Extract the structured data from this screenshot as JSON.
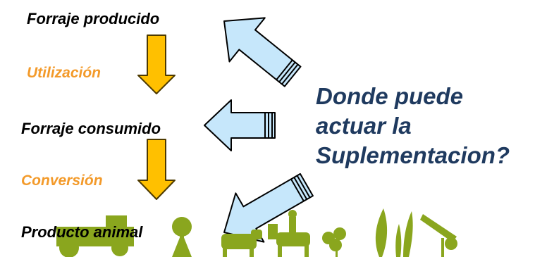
{
  "diagram": {
    "stages": {
      "forage_produced": "Forraje producido",
      "forage_consumed": "Forraje consumido",
      "animal_product": "Producto animal"
    },
    "processes": {
      "utilization": "Utilización",
      "conversion": "Conversión"
    },
    "question": {
      "line1": "Donde puede",
      "line2": "actuar la",
      "line3": "Suplementacion?"
    },
    "colors": {
      "down_arrow_fill": "#ffc000",
      "down_arrow_stroke": "#4d3a00",
      "callout_arrow_fill": "#c6e7fb",
      "callout_arrow_stroke": "#000000",
      "process_text": "#f39a2a",
      "question_text": "#1f3a5f",
      "silhouette_green": "#8aa61e"
    },
    "footer_icons": [
      "tractor-icon",
      "windmill-icon",
      "cow-icon",
      "horse-rider-icon",
      "clover-icon",
      "grass-leaf-icon",
      "grass-stalk-icon",
      "seed-head-icon"
    ]
  }
}
